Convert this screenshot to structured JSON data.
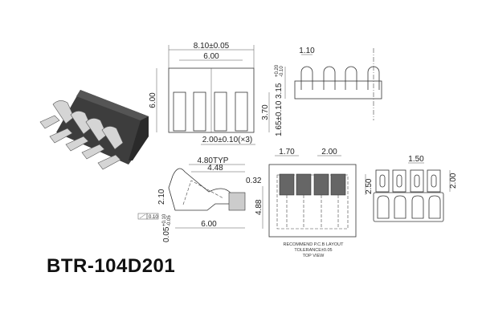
{
  "part_number": "BTR-104D201",
  "top_view": {
    "overall_width": "8.10±0.05",
    "inner_width": "6.00",
    "height": "6.00",
    "pad_length": "3.70",
    "pitch": "2.00±0.10(×3)"
  },
  "side_view": {
    "contact_width": "1.10",
    "contact_height": "3.15",
    "contact_height_tol_plus": "+0.20",
    "contact_height_tol_minus": "-0.10",
    "body_height": "1.65±0.10"
  },
  "profile_view": {
    "typ_length": "4.80TYP",
    "length_448": "4.48",
    "height": "2.10",
    "base_length": "6.00",
    "flatness": "0.10",
    "lead_thickness": "0.05",
    "lead_tol_plus": "+0.10",
    "lead_tol_minus": "-0.05"
  },
  "pcb_layout": {
    "pad_width": "1.70",
    "pitch": "2.00",
    "offset": "0.32",
    "pad_length": "2.50",
    "span": "4.88",
    "caption": [
      "RECOMMEND P.C.B LAYOUT",
      "TOLERANCE±0.05",
      "TOP VIEW"
    ]
  },
  "bottom_view": {
    "width": "1.50",
    "height": "2.00"
  },
  "colors": {
    "body": "#3a3a3a",
    "contact": "#c8c8c8",
    "pad_fill": "#666666"
  }
}
